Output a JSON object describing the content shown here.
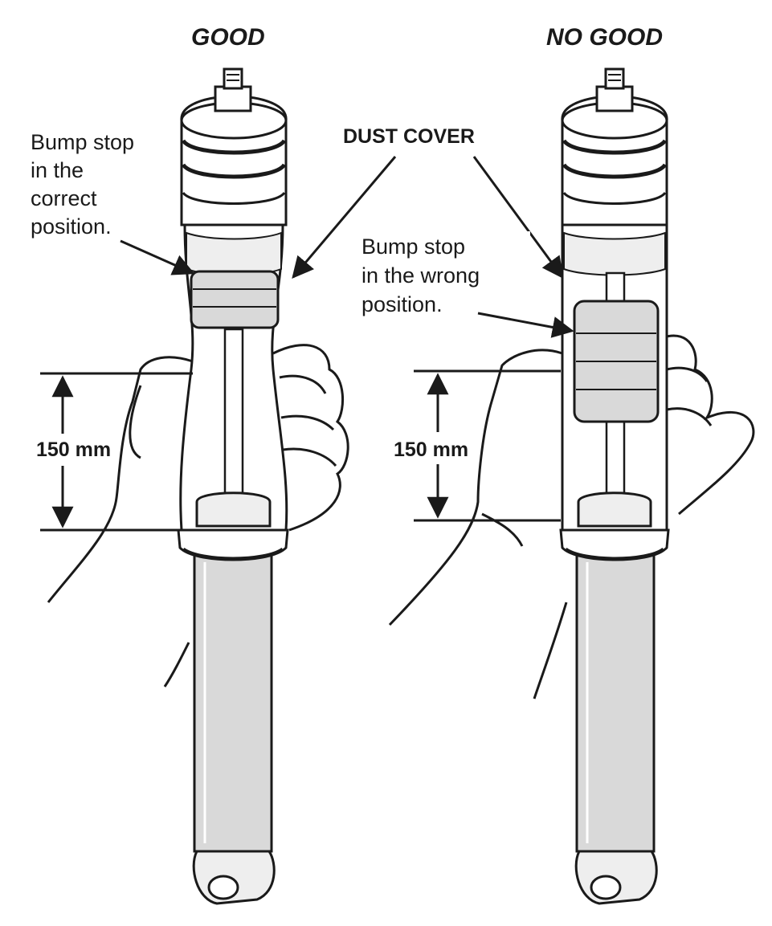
{
  "titles": {
    "good": "GOOD",
    "no_good": "NO GOOD"
  },
  "callouts": {
    "dust_cover": "DUST COVER",
    "bump_correct": [
      "Bump stop",
      "in the",
      "correct",
      "position."
    ],
    "bump_wrong": [
      "Bump stop",
      "in the wrong",
      "position."
    ]
  },
  "dimensions": {
    "left": "150 mm",
    "right": "150 mm"
  },
  "colors": {
    "ink": "#1a1a1a",
    "shade": "#d9d9d9",
    "shade_light": "#eeeeee",
    "paper": "#ffffff"
  }
}
